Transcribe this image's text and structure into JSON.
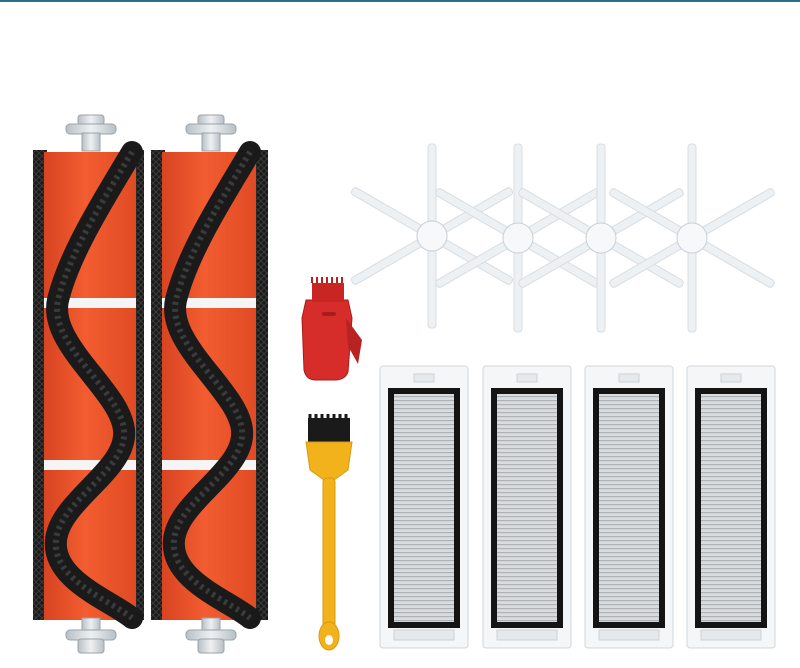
{
  "image": {
    "subject": "robot-vacuum-replacement-parts",
    "background": "#ffffff",
    "accent_line": "#2d6b8a"
  },
  "colors": {
    "brush_orange": "#f0532a",
    "brush_orange_dark": "#c8401c",
    "bristle_black": "#1a1a1a",
    "axle_gray": "#d7dde2",
    "side_brush_white": "#eef1f3",
    "filter_frame": "#eef1f3",
    "filter_border": "#141414",
    "filter_mesh": "#cfd3d6",
    "cutter_red": "#d72d2a",
    "cleaning_brush_yellow": "#f2b21b"
  },
  "components": {
    "main_roller_brushes": 2,
    "side_brushes": 4,
    "hepa_filters": 4,
    "cleaning_tools": 2
  }
}
